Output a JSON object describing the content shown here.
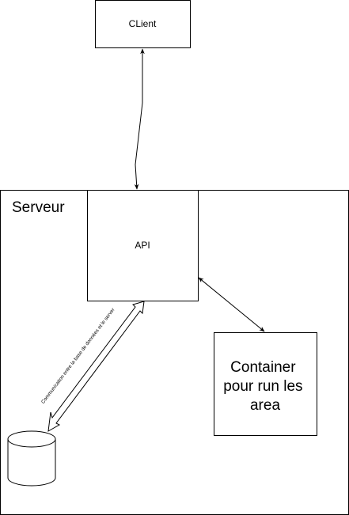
{
  "client": {
    "label": "CLient"
  },
  "server": {
    "label": "Serveur"
  },
  "api": {
    "label": "API"
  },
  "container": {
    "lines": [
      "Container",
      "pour run les",
      "area"
    ]
  },
  "db_link": {
    "label": "Communication entre la base de données et le server"
  },
  "colors": {
    "stroke": "#000000",
    "fill": "#ffffff"
  }
}
